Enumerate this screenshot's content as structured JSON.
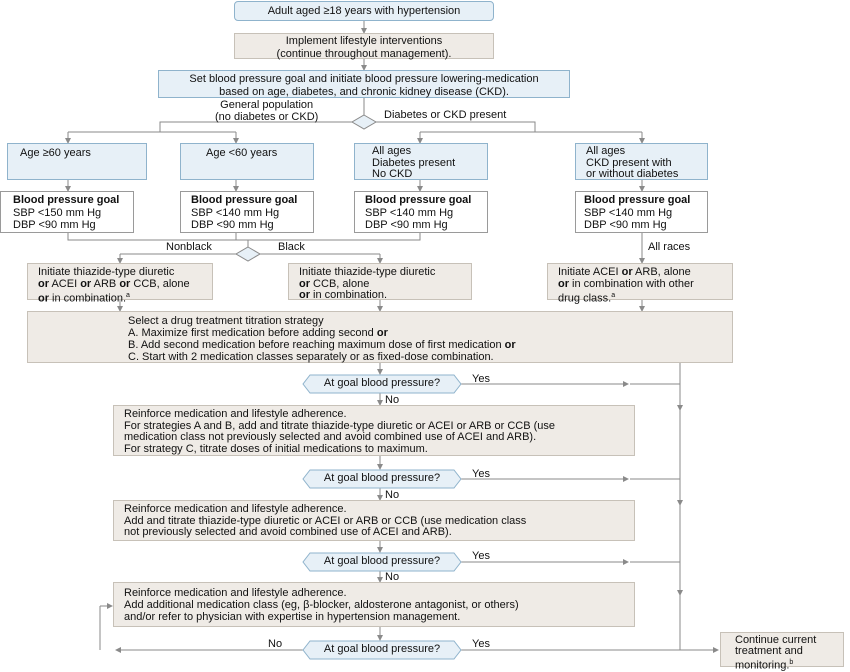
{
  "start": "Adult aged ≥18 years with hypertension",
  "lifestyle": [
    "Implement lifestyle interventions",
    "(continue throughout management)."
  ],
  "setgoal": [
    "Set blood pressure goal and initiate blood pressure lowering-medication",
    "based on age, diabetes, and chronic kidney disease (CKD)."
  ],
  "branch": {
    "general": [
      "General population",
      "(no diabetes or CKD)"
    ],
    "diabetes_ckd": "Diabetes or CKD present"
  },
  "populations": [
    {
      "lines": [
        "Age ≥60 years"
      ]
    },
    {
      "lines": [
        "Age <60 years"
      ]
    },
    {
      "lines": [
        "All ages",
        "Diabetes present",
        "No CKD"
      ]
    },
    {
      "lines": [
        "All ages",
        "CKD present with",
        "or without diabetes"
      ]
    }
  ],
  "goals": [
    {
      "title": "Blood pressure goal",
      "sbp": "SBP <150 mm Hg",
      "dbp": "DBP <90 mm Hg"
    },
    {
      "title": "Blood pressure goal",
      "sbp": "SBP <140 mm Hg",
      "dbp": "DBP <90 mm Hg"
    },
    {
      "title": "Blood pressure goal",
      "sbp": "SBP <140 mm Hg",
      "dbp": "DBP <90 mm Hg"
    },
    {
      "title": "Blood pressure goal",
      "sbp": "SBP <140 mm Hg",
      "dbp": "DBP <90 mm Hg"
    }
  ],
  "race": {
    "nonblack": "Nonblack",
    "black": "Black",
    "all_races": "All races"
  },
  "initiate": {
    "nonblack": {
      "l1": "Initiate thiazide-type diuretic",
      "l2a": "or",
      "l2b": " ACEI ",
      "l2c": "or",
      "l2d": " ARB ",
      "l2e": "or",
      "l2f": " CCB, alone",
      "l3a": "or",
      "l3b": " in combination.",
      "sup": "a"
    },
    "black": {
      "l1": "Initiate thiazide-type diuretic",
      "l2a": "or",
      "l2b": " CCB, alone",
      "l3a": "or",
      "l3b": " in combination."
    },
    "ckd": {
      "l1a": "Initiate ACEI ",
      "l1b": "or",
      "l1c": " ARB, alone",
      "l2a": "or",
      "l2b": " in combination with other",
      "l3": "drug class.",
      "sup": "a"
    }
  },
  "titration": {
    "title": "Select a drug treatment titration strategy",
    "a": "A. Maximize first medication before adding second ",
    "b": "B. Add second medication before reaching maximum dose of first medication ",
    "c": "C. Start with 2 medication classes separately or as fixed-dose combination.",
    "or": "or"
  },
  "goal_question": "At goal blood pressure?",
  "yes": "Yes",
  "no": "No",
  "step1": [
    "Reinforce medication and lifestyle adherence.",
    "For strategies A and B, add and titrate thiazide-type diuretic or ACEI or ARB or CCB (use",
    "medication class not previously selected and avoid combined use of ACEI and ARB).",
    "For strategy C, titrate doses of initial medications to maximum."
  ],
  "step2": [
    "Reinforce medication and lifestyle adherence.",
    "Add and titrate thiazide-type diuretic or ACEI or ARB or CCB (use medication class",
    "not previously selected and avoid combined use of ACEI and ARB)."
  ],
  "step3": [
    "Reinforce medication and lifestyle adherence.",
    "Add additional medication class (eg, β-blocker, aldosterone antagonist, or others)",
    "and/or refer to physician with expertise in hypertension management."
  ],
  "continue": {
    "lines": [
      "Continue current",
      "treatment and",
      "monitoring."
    ],
    "sup": "b"
  }
}
